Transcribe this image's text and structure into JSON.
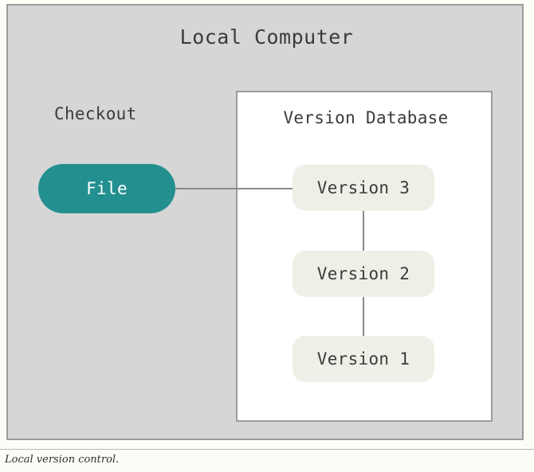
{
  "figure": {
    "caption": "Local version control.",
    "outer_container": {
      "title": "Local Computer",
      "fill_color": "#d6d6d6",
      "border_color": "#9b9b9b"
    },
    "checkout": {
      "label": "Checkout",
      "node_label": "File",
      "node_fill_color": "#23908f",
      "node_text_color": "#ffffff"
    },
    "version_database": {
      "title": "Version Database",
      "fill_color": "#ffffff",
      "border_color": "#9b9b9b",
      "node_fill_color": "#eeefe6",
      "node_text_color": "#3b3b3b",
      "versions": [
        {
          "label": "Version 3"
        },
        {
          "label": "Version 2"
        },
        {
          "label": "Version 1"
        }
      ]
    },
    "edges": {
      "color": "#8a8a85",
      "file_to_version3": "File — Version 3",
      "version3_to_version2": "Version 3 — Version 2",
      "version2_to_version1": "Version 2 — Version 1"
    }
  }
}
